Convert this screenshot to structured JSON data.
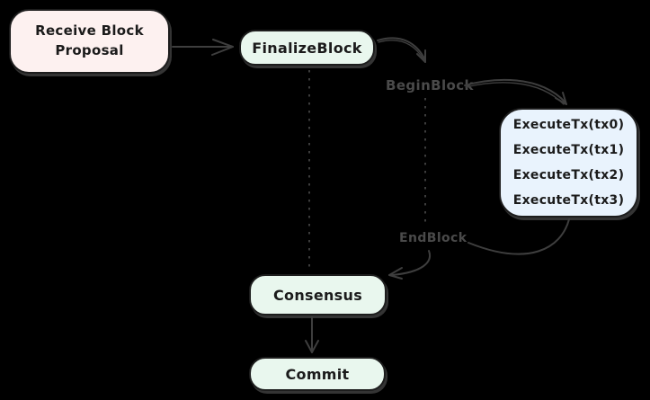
{
  "diagram": {
    "background_color": "#000000",
    "connector_color": "#3e3e3e",
    "node_text_color": "#1b1b1b",
    "edge_label_color": "#4a4a4a",
    "nodes": [
      {
        "id": "receive-block-proposal",
        "label": "Receive Block Proposal",
        "fill": "#fdf1f0"
      },
      {
        "id": "finalize-block",
        "label": "FinalizeBlock",
        "fill": "#e9f7ee"
      },
      {
        "id": "execute-tx",
        "lines": [
          "ExecuteTx(tx0)",
          "ExecuteTx(tx1)",
          "ExecuteTx(tx2)",
          "ExecuteTx(tx3)"
        ],
        "fill": "#e9f3fd"
      },
      {
        "id": "consensus",
        "label": "Consensus",
        "fill": "#e9f7ee"
      },
      {
        "id": "commit",
        "label": "Commit",
        "fill": "#e9f7ee"
      }
    ],
    "edge_labels": [
      {
        "id": "begin-block",
        "label": "BeginBlock"
      },
      {
        "id": "end-block",
        "label": "EndBlock"
      }
    ]
  }
}
